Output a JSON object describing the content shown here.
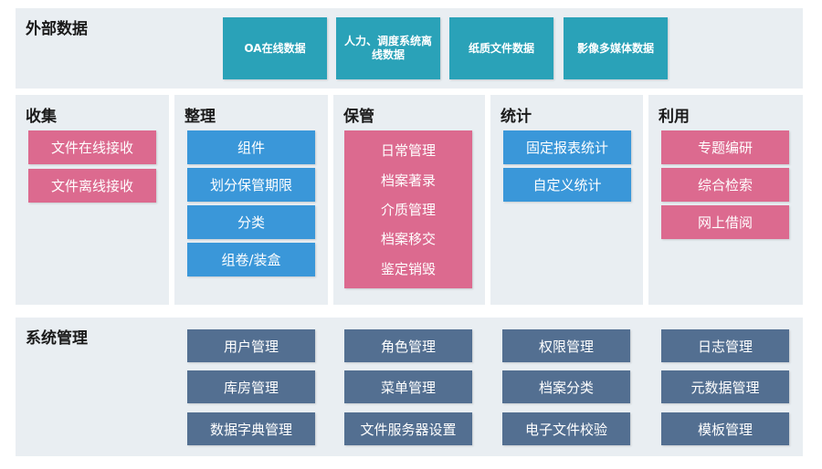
{
  "external": {
    "title": "外部数据",
    "items": [
      "OA在线数据",
      "人力、调度系统离线数据",
      "纸质文件数据",
      "影像多媒体数据"
    ]
  },
  "collect": {
    "title": "收集",
    "items": [
      "文件在线接收",
      "文件离线接收"
    ]
  },
  "organize": {
    "title": "整理",
    "items": [
      "组件",
      "划分保管期限",
      "分类",
      "组卷/装盒"
    ]
  },
  "custody": {
    "title": "保管",
    "items": [
      "日常管理",
      "档案著录",
      "介质管理",
      "档案移交",
      "鉴定销毁"
    ]
  },
  "stats": {
    "title": "统计",
    "items": [
      "固定报表统计",
      "自定义统计"
    ]
  },
  "usage": {
    "title": "利用",
    "items": [
      "专题编研",
      "综合检索",
      "网上借阅"
    ]
  },
  "system": {
    "title": "系统管理",
    "items": [
      "用户管理",
      "角色管理",
      "权限管理",
      "日志管理",
      "库房管理",
      "菜单管理",
      "档案分类",
      "元数据管理",
      "数据字典管理",
      "文件服务器设置",
      "电子文件校验",
      "模板管理"
    ]
  },
  "colors": {
    "teal": "#2aa2b8",
    "pink": "#dc6a8f",
    "blue": "#3a97d9",
    "slate": "#536f91",
    "panel": "#e9eef2"
  }
}
